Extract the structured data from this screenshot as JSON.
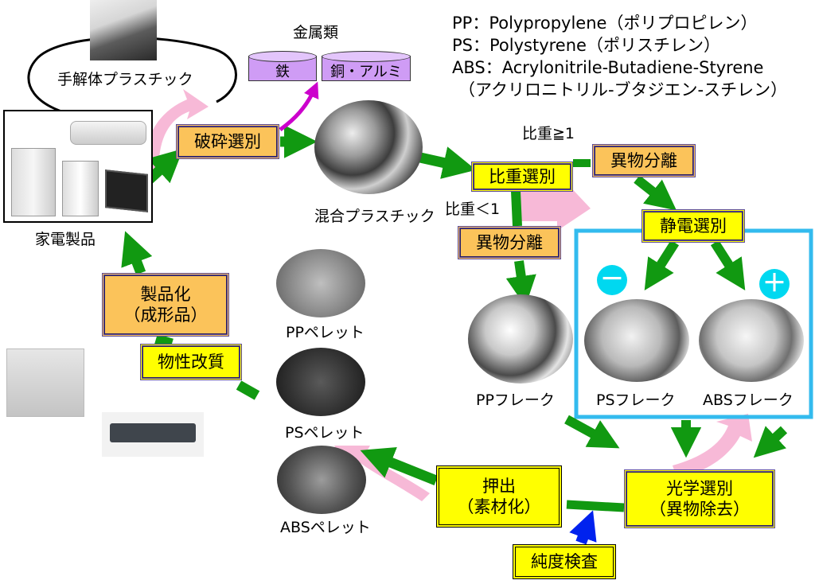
{
  "legend": {
    "pp": "PP：Polypropylene（ポリプロピレン）",
    "ps": "PS：Polystyrene（ポリスチレン）",
    "abs": "ABS：Acrylonitrile-Butadiene-Styrene",
    "abs_kana": "（アクリロニトリル-ブタジエン-スチレン）"
  },
  "labels": {
    "disassembly_plastic": "手解体プラスチック",
    "metals": "金属類",
    "iron": "鉄",
    "copper_al": "銅・アルミ",
    "appliances": "家電製品",
    "mixed_plastic": "混合プラスチック",
    "sg_ge1": "比重≧1",
    "sg_lt1": "比重＜1",
    "pp_pellet": "PPペレット",
    "ps_pellet": "PSペレット",
    "abs_pellet": "ABSペレット",
    "pp_flake": "PPフレーク",
    "ps_flake": "PSフレーク",
    "abs_flake": "ABSフレーク",
    "minus": "－",
    "plus": "＋"
  },
  "steps": {
    "crushing": "破砕選別",
    "gravity": "比重選別",
    "foreign_sep_1": "異物分離",
    "foreign_sep_2": "異物分離",
    "electrostatic": "静電選別",
    "productization_1": "製品化",
    "productization_2": "（成形品）",
    "property_mod": "物性改質",
    "optical_1": "光学選別",
    "optical_2": "（異物除去）",
    "extrusion_1": "押出",
    "extrusion_2": "（素材化）",
    "purity": "純度検査"
  },
  "colors": {
    "flow_green": "#119911",
    "metal_arrow": "#cc00cc",
    "inspection_arrow": "#0022ee",
    "return_pink": "#f7b9d7",
    "frame_blue": "#33bbee"
  }
}
